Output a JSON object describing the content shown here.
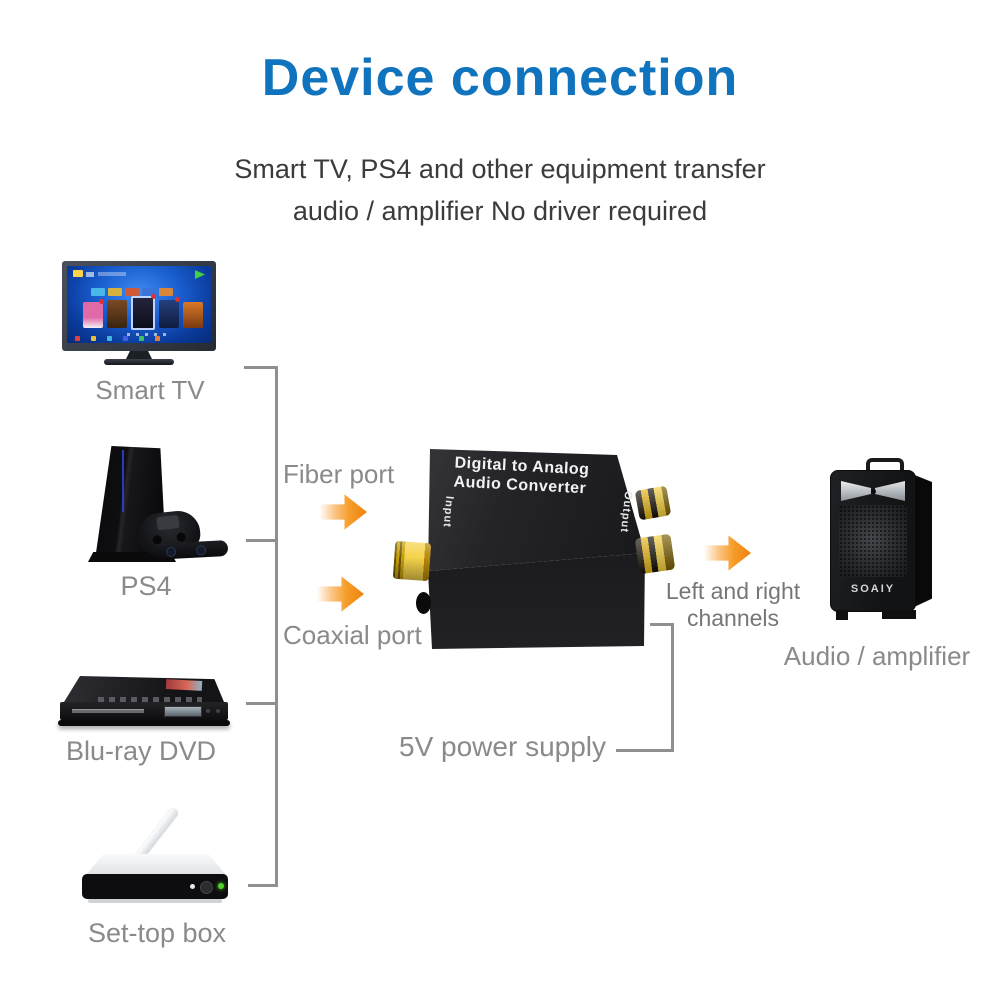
{
  "header": {
    "title": "Device connection",
    "subtitle_line1": "Smart TV, PS4 and other equipment transfer",
    "subtitle_line2": "audio / amplifier No driver required"
  },
  "sources": {
    "smart_tv": {
      "label": "Smart TV"
    },
    "ps4": {
      "label": "PS4"
    },
    "bluray": {
      "label": "Blu-ray DVD"
    },
    "settop": {
      "label": "Set-top box"
    }
  },
  "converter": {
    "name_line1": "Digital to Analog",
    "name_line2": "Audio Converter",
    "input_label": "Input",
    "output_label": "Output"
  },
  "annotations": {
    "fiber_port": "Fiber port",
    "coaxial_port": "Coaxial port",
    "power": "5V power supply",
    "channels_line1": "Left and right",
    "channels_line2": "channels"
  },
  "output_device": {
    "label": "Audio / amplifier",
    "speaker_brand": "SOAIY"
  },
  "colors": {
    "title_blue": "#0f73bd",
    "label_gray": "#8a8a8a",
    "arrow_orange": "#f58411",
    "connector_line_gray": "#8f8f8f"
  }
}
